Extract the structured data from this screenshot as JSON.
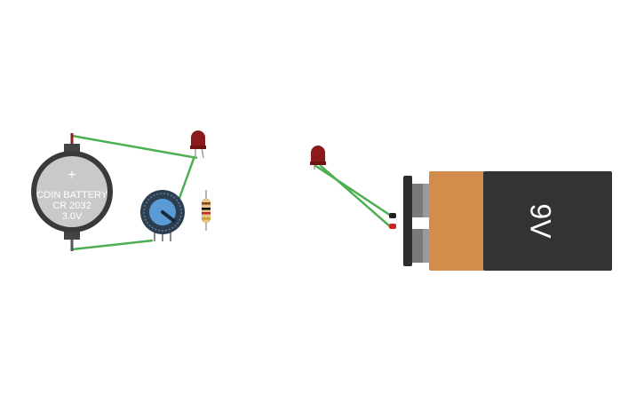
{
  "canvas": {
    "background": "#ffffff",
    "wire_color": "#4caf50"
  },
  "coin_battery": {
    "label_line1": "COIN BATTERY",
    "label_line2": "CR 2032",
    "label_line3": "3.0V",
    "plus_symbol": "+",
    "shell_color": "#3a3a3a",
    "face_color": "#c9c9c9"
  },
  "battery_9v": {
    "label": "9V",
    "cap_color": "#d28c4c",
    "body_color": "#333333"
  },
  "led": {
    "color": "#8b1a1a"
  },
  "potentiometer": {
    "knob_color": "#5b9bd5",
    "ring_color": "#2c3e50"
  },
  "resistor": {
    "body_color": "#e3c48a",
    "bands": [
      "#8b4513",
      "#000000",
      "#c62828",
      "#c9a227"
    ]
  }
}
